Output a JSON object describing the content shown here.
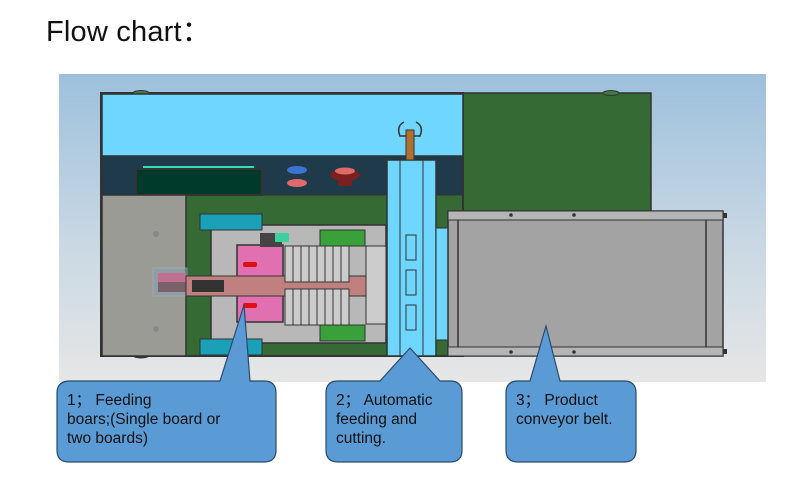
{
  "page": {
    "title": "Flow chart："
  },
  "diagram": {
    "type": "machine-layout-illustration",
    "colors": {
      "background_top": "#9dc0dc",
      "background_bottom": "#e6e6e6",
      "panel_light_blue": "#6ed6ff",
      "panel_dark": "#1f3a4a",
      "board_green": "#356a35",
      "frame_gray": "#999b94",
      "conveyor_gray": "#a3a3a3",
      "pink_part": "#e070b0",
      "callout_fill": "#5b9bd5",
      "callout_stroke": "#2b4a6a"
    },
    "callouts": [
      {
        "id": 1,
        "label": "1； Feeding\nboars;(Single board or\ntwo boards)",
        "target": "feeding-area"
      },
      {
        "id": 2,
        "label": "2； Automatic\nfeeding and\ncutting.",
        "target": "cutting-column"
      },
      {
        "id": 3,
        "label": "3；  Product\nconveyor belt.",
        "target": "conveyor-belt"
      }
    ]
  }
}
